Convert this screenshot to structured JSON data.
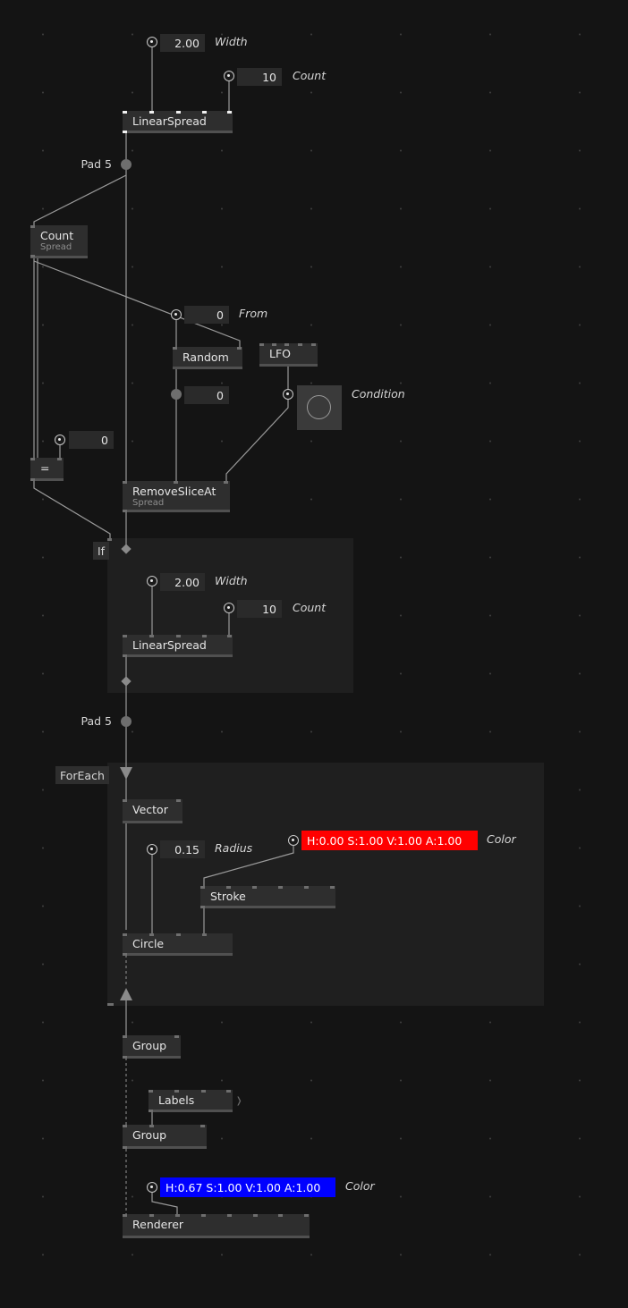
{
  "nodes": {
    "linearspread_top": "LinearSpread",
    "count_spread": {
      "title": "Count",
      "category": "Spread"
    },
    "random": "Random",
    "lfo": "LFO",
    "equals": "=",
    "removesliceat": {
      "title": "RemoveSliceAt",
      "category": "Spread"
    },
    "linearspread_inner": "LinearSpread",
    "vector": "Vector",
    "stroke": "Stroke",
    "circle": "Circle",
    "group_1": "Group",
    "labels": "Labels",
    "group_2": "Group",
    "renderer": "Renderer"
  },
  "pads": {
    "pad_top": "Pad 5",
    "pad_bottom": "Pad 5"
  },
  "regions": {
    "if_label": "If",
    "foreach_label": "ForEach"
  },
  "iobox": {
    "width_top": {
      "value": "2.00",
      "label": "Width"
    },
    "count_top": {
      "value": "10",
      "label": "Count"
    },
    "from": {
      "value": "0",
      "label": "From"
    },
    "random_out": {
      "value": "0"
    },
    "equals_in": {
      "value": "0"
    },
    "condition": {
      "label": "Condition"
    },
    "width_inner": {
      "value": "2.00",
      "label": "Width"
    },
    "count_inner": {
      "value": "10",
      "label": "Count"
    },
    "radius": {
      "value": "0.15",
      "label": "Radius"
    },
    "color_red": {
      "value": "H:0.00 S:1.00 V:1.00 A:1.00",
      "label": "Color",
      "swatch": "#ff0000"
    },
    "color_blue": {
      "value": "H:0.67 S:1.00 V:1.00 A:1.00",
      "label": "Color",
      "swatch": "#0000ff"
    }
  },
  "colors": {
    "background": "#141414",
    "region": "#1f1f1f",
    "node": "#2e2e2e",
    "wire": "#9a9a9a"
  }
}
